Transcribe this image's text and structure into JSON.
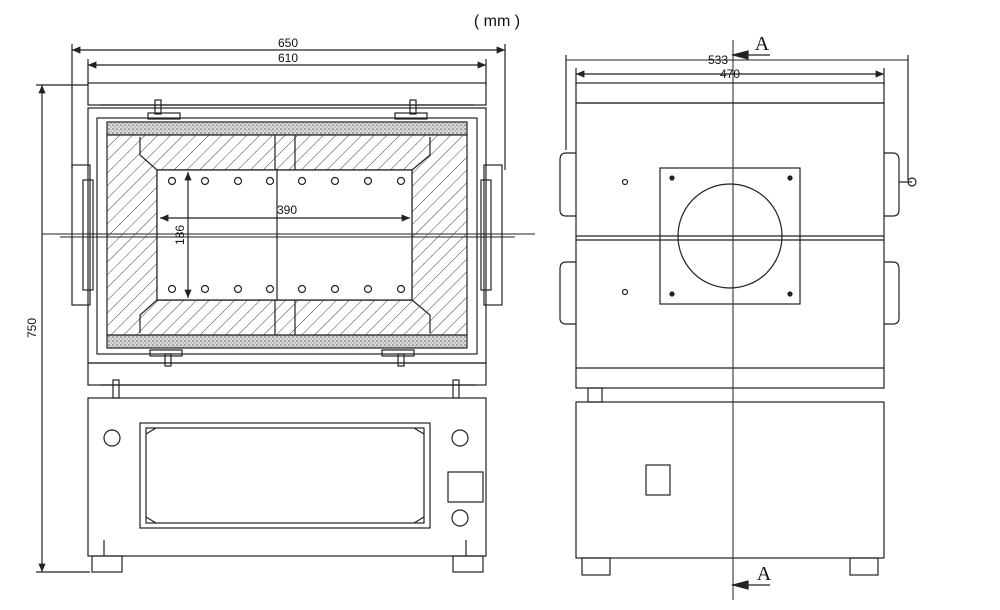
{
  "units": "( mm )",
  "front_view": {
    "width_outer": "650",
    "width_inner": "610",
    "height_total": "750",
    "chamber_width": "390",
    "chamber_height": "186"
  },
  "side_view": {
    "width_outer": "533",
    "width_inner": "470",
    "section_label_top": "A",
    "section_label_bottom": "A"
  },
  "colors": {
    "line": "#222222",
    "hatch": "#444444",
    "insulation": "#bdbdbd"
  }
}
